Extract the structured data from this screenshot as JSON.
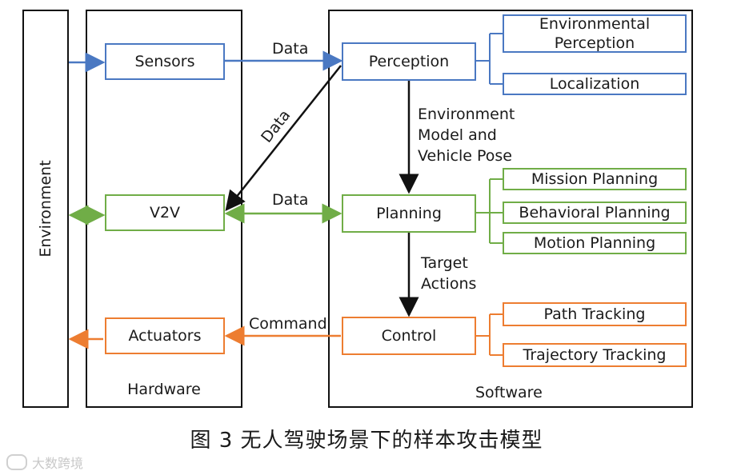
{
  "environment_label": "Environment",
  "hardware_label": "Hardware",
  "software_label": "Software",
  "hardware": {
    "sensors": "Sensors",
    "v2v": "V2V",
    "actuators": "Actuators"
  },
  "software": {
    "perception": "Perception",
    "planning": "Planning",
    "control": "Control"
  },
  "perception_sub": [
    "Environmental Perception",
    "Localization"
  ],
  "planning_sub": [
    "Mission Planning",
    "Behavioral Planning",
    "Motion Planning"
  ],
  "control_sub": [
    "Path Tracking",
    "Trajectory Tracking"
  ],
  "flow_labels": {
    "data_sensors": "Data",
    "data_diagonal": "Data",
    "data_v2v": "Data",
    "command": "Command",
    "env_model": "Environment Model and Vehicle Pose",
    "target_actions": "Target Actions"
  },
  "colors": {
    "perception_blue": "#4a78c2",
    "planning_green": "#70ad47",
    "control_orange": "#ed7d31"
  },
  "caption": "图 3 无人驾驶场景下的样本攻击模型",
  "watermark": "大数跨境"
}
